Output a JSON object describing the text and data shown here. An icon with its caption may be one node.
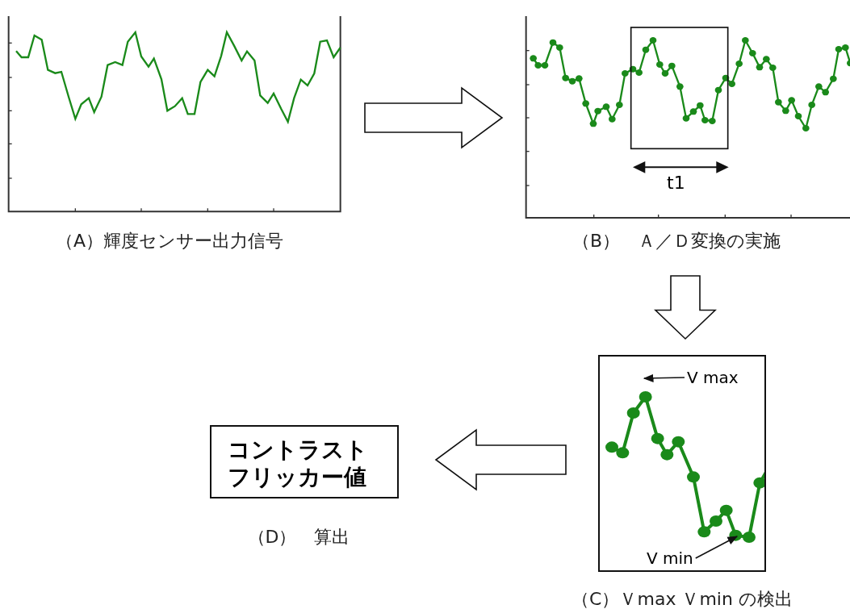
{
  "diagram": {
    "nodes": [
      {
        "text": [],
        "shape": "picture",
        "beside": [
          "（A）輝度センサー出力信号"
        ]
      },
      {
        "text": [],
        "shape": "picture",
        "beside": [
          "（B）　Ａ／Ｄ変換の実施"
        ]
      },
      {
        "text": [],
        "shape": "picture",
        "beside": [
          "（C）Ｖmax Ｖmin の検出"
        ]
      },
      {
        "text": [
          "V max"
        ],
        "in": 2
      },
      {
        "text": [
          "V min"
        ],
        "in": 2
      },
      {
        "text": [
          "コントラストフリッカー値"
        ],
        "beside": [
          "（D）　算出"
        ]
      }
    ],
    "edges": [
      {
        "from": 0,
        "to": 1,
        "arrow": "to"
      },
      {
        "from": 1,
        "to": 2,
        "arrow": "to"
      },
      {
        "from": 2,
        "to": 5,
        "arrow": "to"
      },
      {
        "from": 3,
        "to": null,
        "arrow": "to"
      },
      {
        "from": 4,
        "to": null,
        "arrow": "to"
      }
    ],
    "labels": [
      "t1"
    ]
  }
}
